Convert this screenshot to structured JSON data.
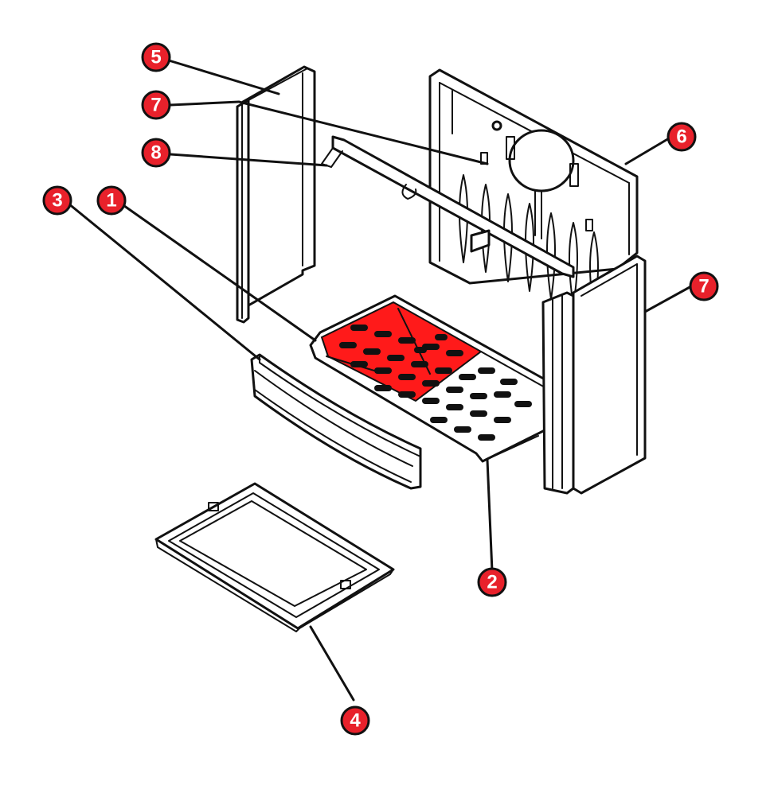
{
  "colors": {
    "callout_fill": "#e8212b",
    "callout_text": "#ffffff",
    "highlight": "#ff1a1a",
    "line": "#111111"
  },
  "callouts": [
    {
      "id": "c5",
      "label": "5"
    },
    {
      "id": "c7a",
      "label": "7"
    },
    {
      "id": "c8",
      "label": "8"
    },
    {
      "id": "c3",
      "label": "3"
    },
    {
      "id": "c1",
      "label": "1"
    },
    {
      "id": "c6",
      "label": "6"
    },
    {
      "id": "c7b",
      "label": "7"
    },
    {
      "id": "c2",
      "label": "2"
    },
    {
      "id": "c4",
      "label": "4"
    }
  ]
}
